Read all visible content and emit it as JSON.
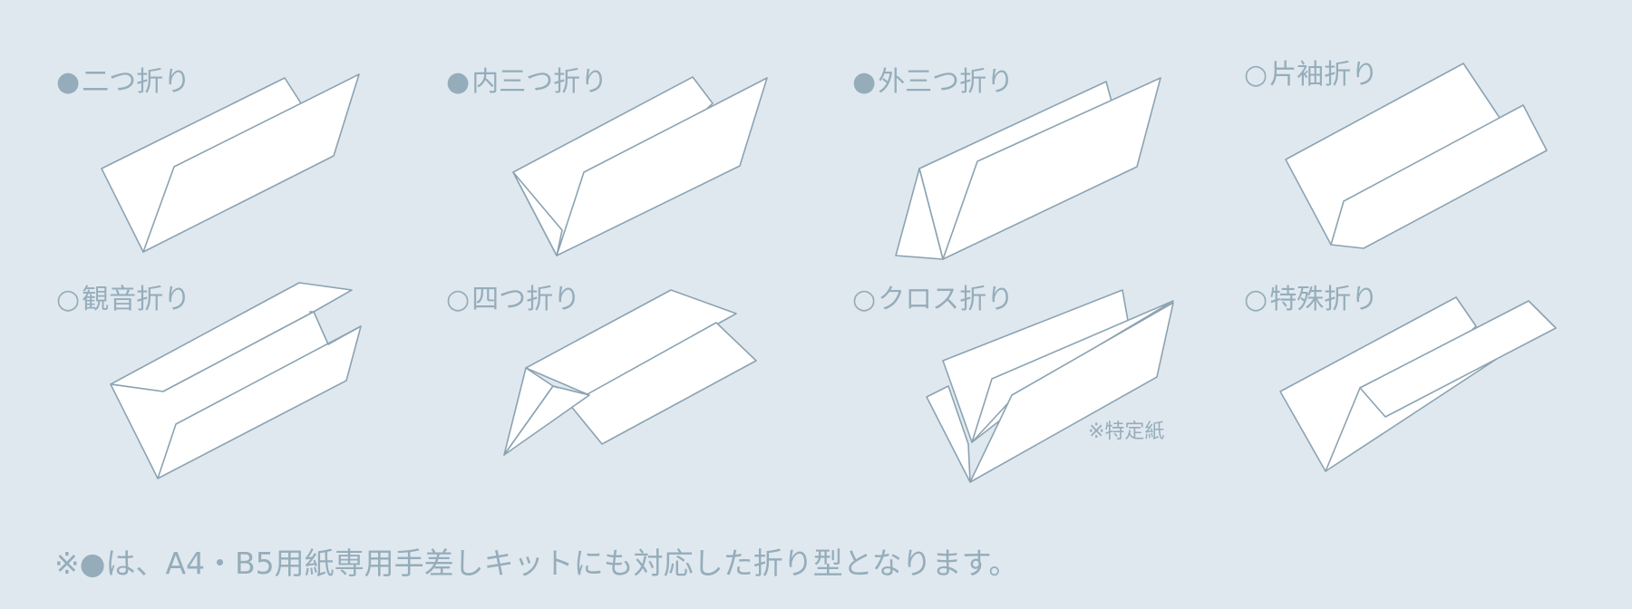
{
  "folds": [
    {
      "marker": "●",
      "name": "二つ折り"
    },
    {
      "marker": "●",
      "name": "内三つ折り"
    },
    {
      "marker": "●",
      "name": "外三つ折り"
    },
    {
      "marker": "○",
      "name": "片袖折り"
    },
    {
      "marker": "○",
      "name": "観音折り"
    },
    {
      "marker": "○",
      "name": "四つ折り"
    },
    {
      "marker": "○",
      "name": "クロス折り",
      "note": "※特定紙"
    },
    {
      "marker": "○",
      "name": "特殊折り"
    }
  ],
  "footnote": "※●は、A4・B5用紙専用手差しキットにも対応した折り型となります。",
  "colors": {
    "background": "#e0e8ef",
    "text": "#95adbb",
    "paper": "#ffffff",
    "outline": "#8ba3b2"
  }
}
